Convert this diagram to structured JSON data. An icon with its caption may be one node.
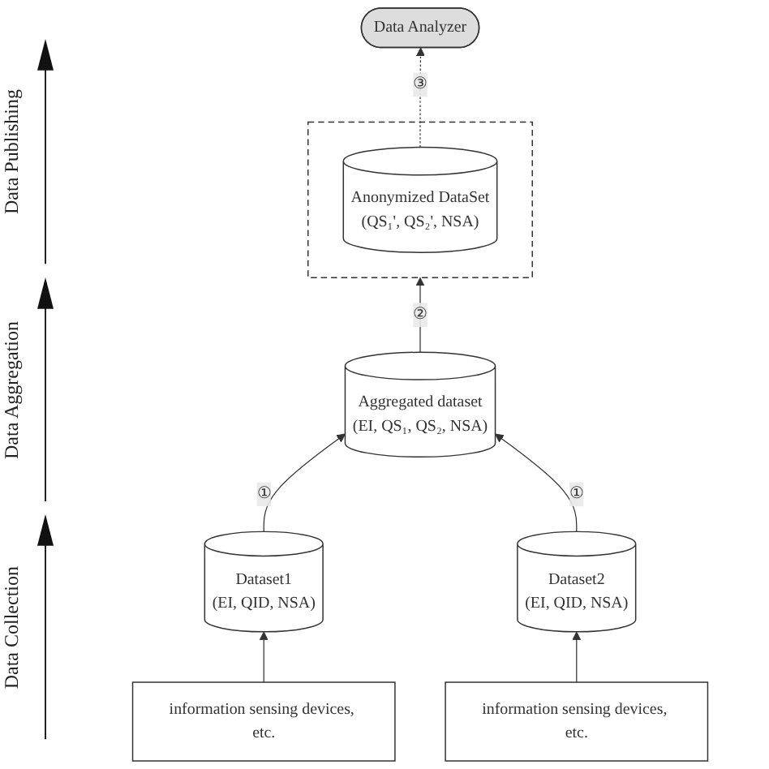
{
  "diagram": {
    "nodes": [
      {
        "text": [
          "Data Analyzer"
        ]
      },
      {
        "text": [],
        "shape": "box"
      },
      {
        "text": [
          "Anonymized DataSet",
          "(QS₁', QS₂', NSA)"
        ],
        "in": 1
      },
      {
        "text": [
          "Aggregated dataset",
          "(EI, QS₁, QS₂, NSA)"
        ]
      },
      {
        "text": [
          "Dataset1",
          "(EI, QID, NSA)"
        ]
      },
      {
        "text": [
          "Dataset2",
          "(EI, QID, NSA)"
        ]
      },
      {
        "text": [
          "information sensing devices, etc."
        ]
      },
      {
        "text": [
          "information sensing devices, etc."
        ]
      }
    ],
    "edges": [
      {
        "from": 2,
        "to": 0,
        "arrow": "to",
        "label": "③",
        "style": "dashed"
      },
      {
        "from": 3,
        "to": 1,
        "arrow": "to",
        "label": "②"
      },
      {
        "from": 4,
        "to": 3,
        "arrow": "to",
        "label": "①"
      },
      {
        "from": 5,
        "to": 3,
        "arrow": "to",
        "label": "①"
      },
      {
        "from": 6,
        "to": 4,
        "arrow": "to"
      },
      {
        "from": 7,
        "to": 5,
        "arrow": "to"
      }
    ],
    "labels": [
      "Data Publishing",
      "Data Aggregation",
      "Data Collection"
    ]
  }
}
